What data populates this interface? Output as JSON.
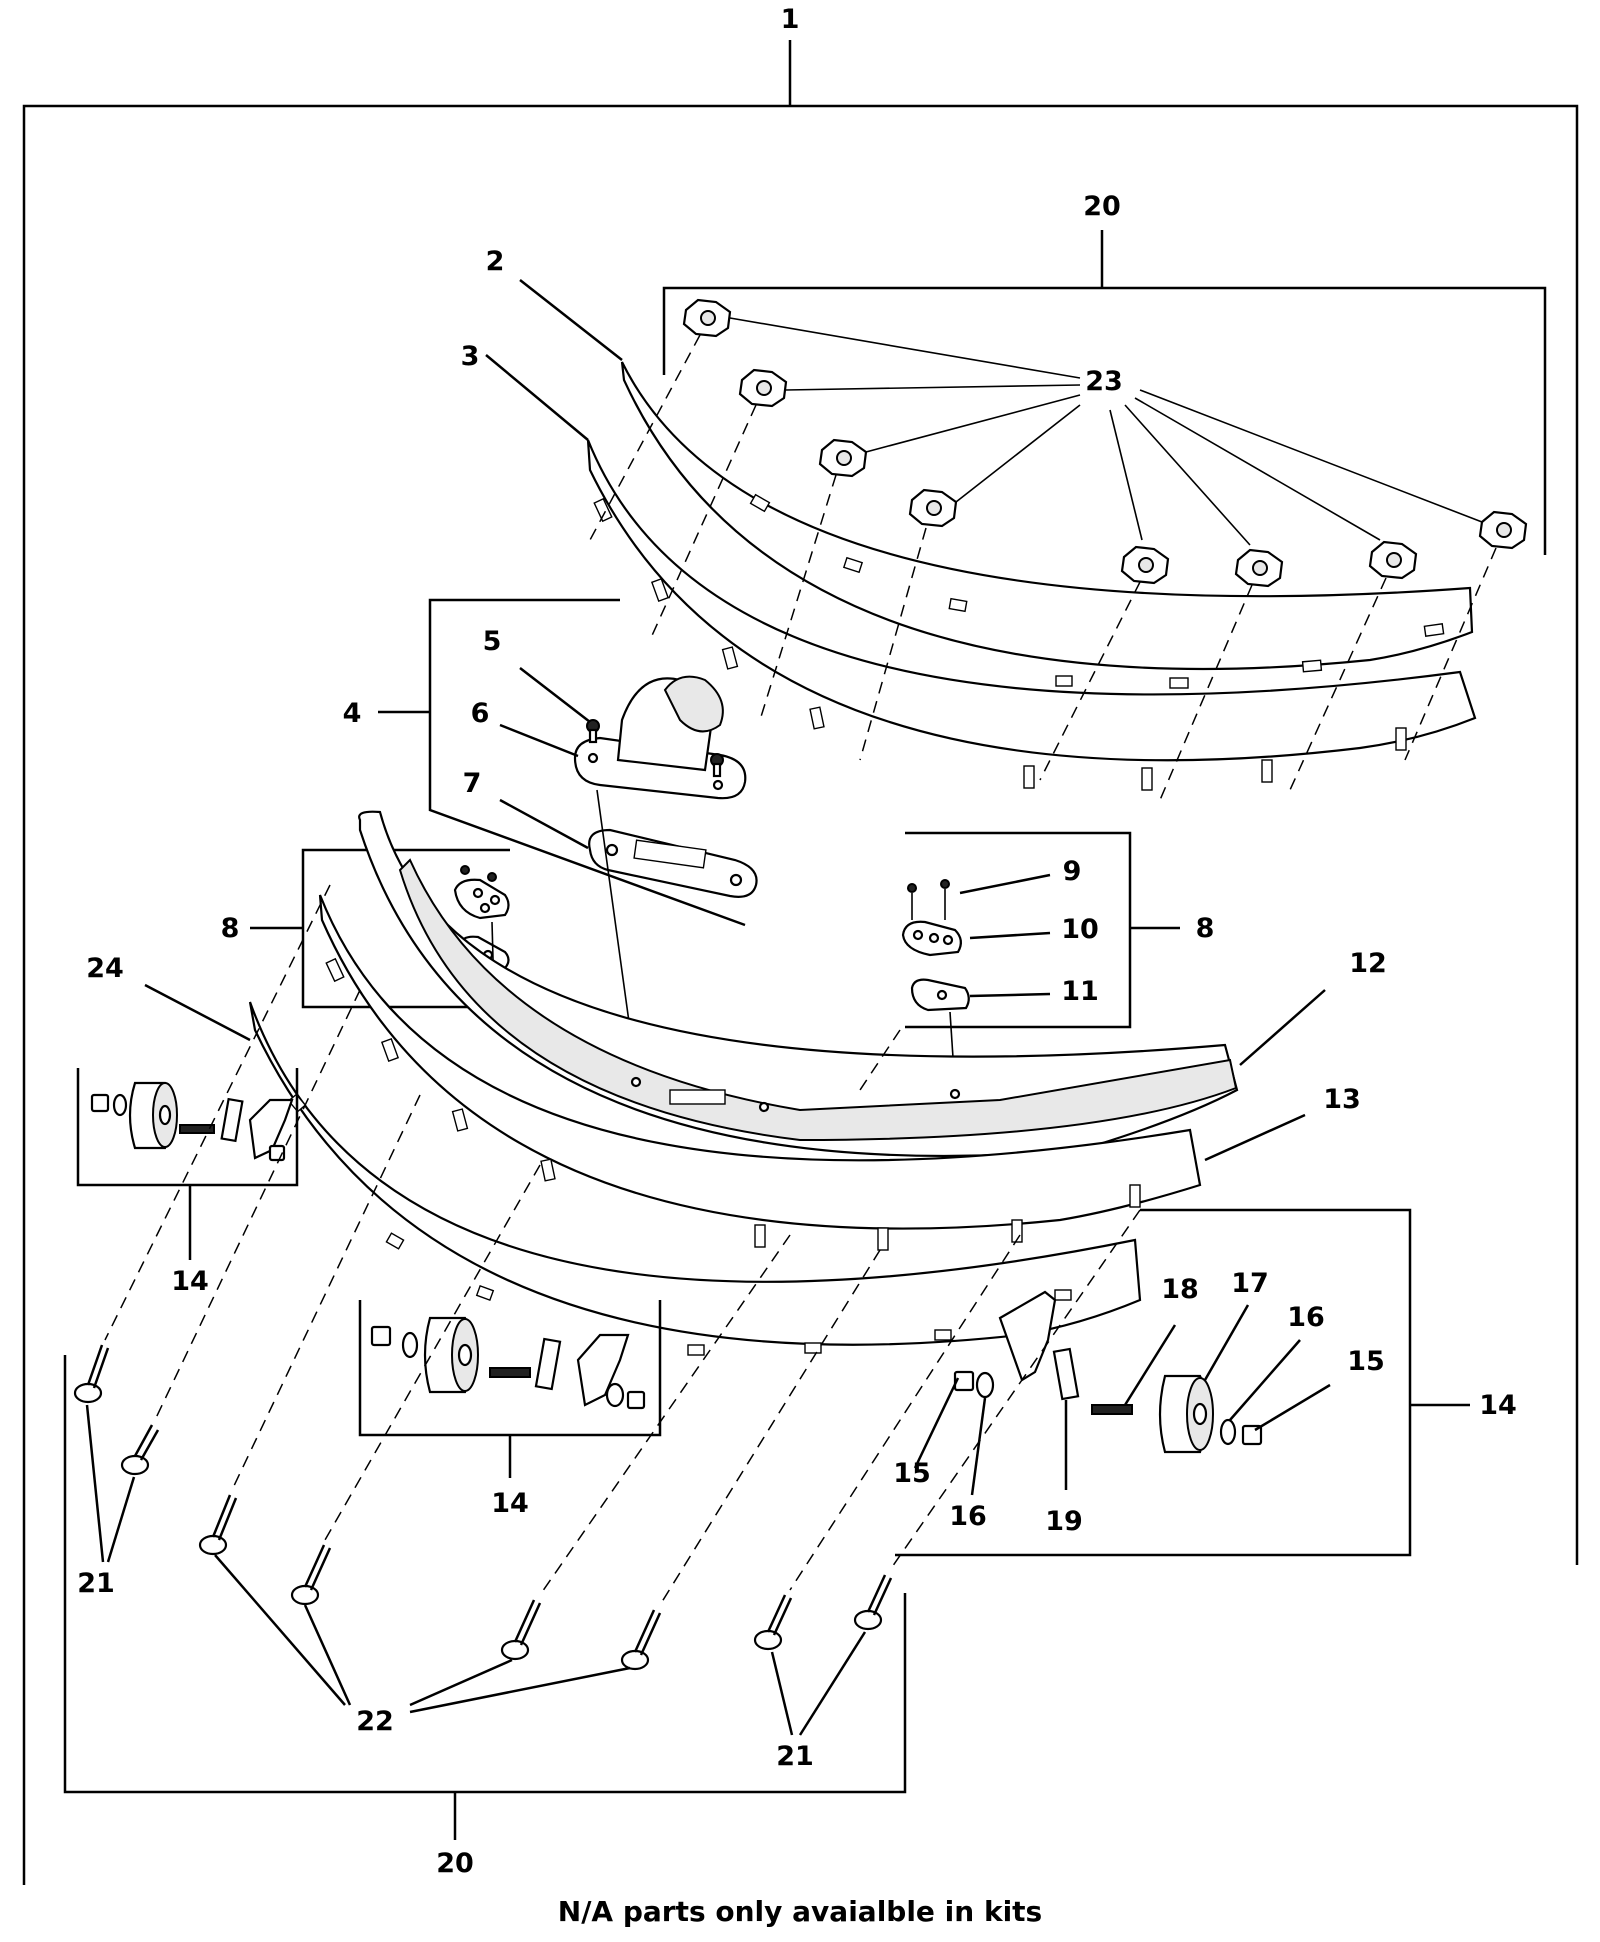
{
  "callouts": {
    "c1": "1",
    "c2": "2",
    "c3": "3",
    "c4": "4",
    "c5": "5",
    "c6": "6",
    "c7": "7",
    "c8a": "8",
    "c8b": "8",
    "c9": "9",
    "c10": "10",
    "c11": "11",
    "c12": "12",
    "c13": "13",
    "c14a": "14",
    "c14b": "14",
    "c14c": "14",
    "c15a": "15",
    "c15b": "15",
    "c16a": "16",
    "c16b": "16",
    "c17": "17",
    "c18": "18",
    "c19": "19",
    "c20a": "20",
    "c20b": "20",
    "c21a": "21",
    "c21b": "21",
    "c22": "22",
    "c23": "23",
    "c24": "24"
  },
  "footnote": "N/A parts only avaialble in kits"
}
